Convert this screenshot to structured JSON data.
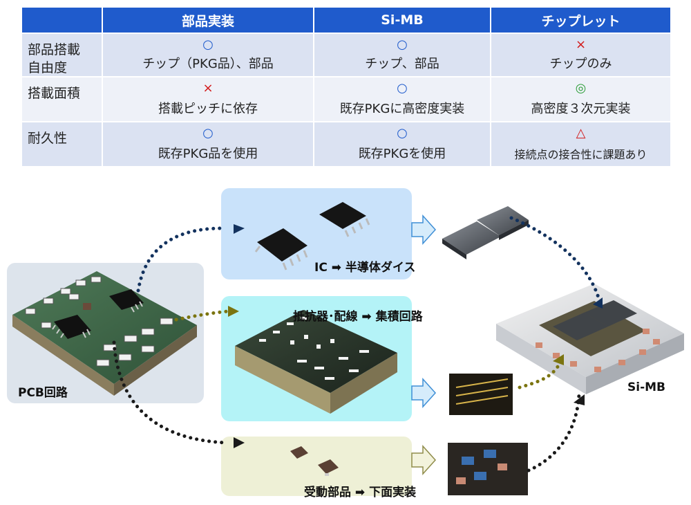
{
  "table": {
    "headers": [
      "",
      "部品実装",
      "Si-MB",
      "チップレット"
    ],
    "rows": [
      {
        "label": "部品搭載\n自由度",
        "cells": [
          {
            "mark": "○",
            "mark_color": "#1f5bcc",
            "text": "チップ（PKG品）、部品"
          },
          {
            "mark": "○",
            "mark_color": "#1f5bcc",
            "text": "チップ、部品"
          },
          {
            "mark": "×",
            "mark_color": "#d21a1a",
            "text": "チップのみ"
          }
        ]
      },
      {
        "label": "搭載面積",
        "cells": [
          {
            "mark": "×",
            "mark_color": "#d21a1a",
            "text": "搭載ピッチに依存"
          },
          {
            "mark": "○",
            "mark_color": "#1f5bcc",
            "text": "既存PKGに高密度実装"
          },
          {
            "mark": "◎",
            "mark_color": "#2e9e3a",
            "text": "高密度３次元実装"
          }
        ]
      },
      {
        "label": "耐久性",
        "cells": [
          {
            "mark": "○",
            "mark_color": "#1f5bcc",
            "text": "既存PKG品を使用"
          },
          {
            "mark": "○",
            "mark_color": "#1f5bcc",
            "text": "既存PKGを使用"
          },
          {
            "mark": "△",
            "mark_color": "#d21a1a",
            "text": "接続点の接合性に課題あり"
          }
        ]
      }
    ]
  },
  "diagram": {
    "pcb_label": "PCB回路",
    "ic_label": "IC ➡ 半導体ダイス",
    "wiring_label": "抵抗器･配線 ➡ 集積回路",
    "passive_label": "受動部品 ➡ 下面実装",
    "simb_label": "Si-MB",
    "colors": {
      "ic_panel": "#c9e2fa",
      "wiring_panel": "#b4f3f7",
      "passive_panel": "#eef0d6",
      "pcb_bg": "#dde4ec",
      "dots_navy": "#13325e",
      "dots_olive": "#7b7410",
      "dots_black": "#1a1a1a"
    }
  }
}
